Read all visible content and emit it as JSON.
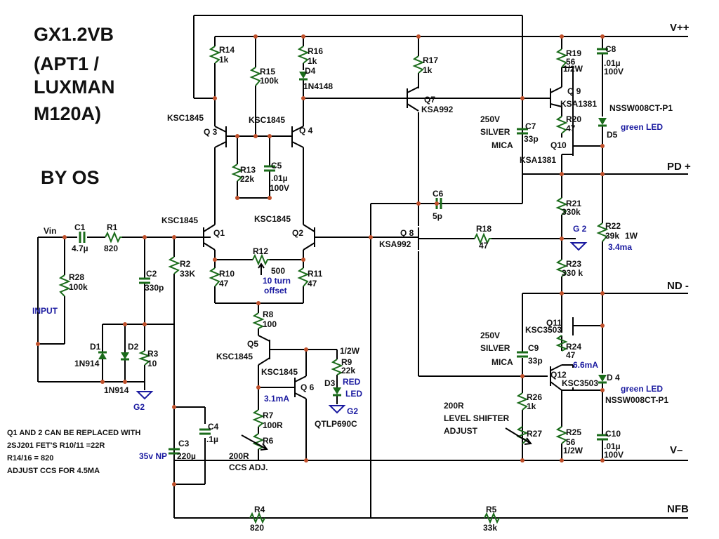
{
  "title": {
    "line1": "GX1.2VB",
    "line2": "(APT1 /",
    "line3": "LUXMAN",
    "line4": "M120A)",
    "author": "BY OS"
  },
  "rails": {
    "vpp": "V++",
    "pd": "PD +",
    "nd": "ND -",
    "vm": "V–",
    "nfb": "NFB"
  },
  "input": {
    "vin": "Vin",
    "input": "INPUT"
  },
  "notes": {
    "n1": "Q1 AND 2 CAN BE REPLACED WITH",
    "n2": "2SJ201 FET'S R10/11 =22R",
    "n3": "R14/16 = 820",
    "n4": "ADJUST CCS FOR 4.5MA"
  },
  "parts": {
    "c1": "C1",
    "c1v": "4.7µ",
    "r1": "R1",
    "r1v": "820",
    "r28": "R28",
    "r28v": "100k",
    "c2": "C2",
    "c2v": "330p",
    "r2": "R2",
    "r2v": "33K",
    "d1": "D1",
    "d1v": "1N914",
    "d2": "D2",
    "d2v": "1N914",
    "r3": "R3",
    "r3v": "10",
    "c3": "C3",
    "c3v": "220µ",
    "c3np": "35v NP",
    "c4": "C4",
    "c4v": ".1µ",
    "r4": "R4",
    "r4v": "820",
    "r5": "R5",
    "r5v": "33k",
    "r14": "R14",
    "r14v": "1k",
    "r15": "R15",
    "r15v": "100k",
    "r16": "R16",
    "r16v": "1k",
    "d4a": "D4",
    "d4av": "1N4148",
    "r17": "R17",
    "r17v": "1k",
    "q3": "Q 3",
    "q3t": "KSC1845",
    "q4": "Q 4",
    "q4t": "KSC1845",
    "q7": "Q7",
    "q7t": "KSA992",
    "r13": "R13",
    "r13v": "22k",
    "c5": "C5",
    "c5v": ".01µ",
    "c5r": "100V",
    "q1": "Q1",
    "q1t": "KSC1845",
    "q2": "Q2",
    "q2t": "KSC1845",
    "r12": "R12",
    "r12v": "500",
    "r12a": "10 turn",
    "r12b": "offset",
    "r10": "R10",
    "r10v": "47",
    "r11": "R11",
    "r11v": "47",
    "r8": "R8",
    "r8v": "100",
    "q5": "Q5",
    "q5t": "KSC1845",
    "q6": "Q 6",
    "q6t": "KSC1845",
    "q6i": "3.1mA",
    "r7": "R7",
    "r7v": "100R",
    "r6": "R6",
    "r6v": "200R",
    "r6a": "CCS ADJ.",
    "r9": "R9",
    "r9v": "22k",
    "r9w": "1/2W",
    "d3": "D3",
    "d3a": "RED",
    "d3b": "LED",
    "d3t": "QTLP690C",
    "c6": "C6",
    "c6v": "5p",
    "q8": "Q 8",
    "q8t": "KSA992",
    "r18": "R18",
    "r18v": "47",
    "c7": "C7",
    "c7v": "33p",
    "c7a": "250V",
    "c7b": "SILVER",
    "c7c": "MICA",
    "r19": "R19",
    "r19v": "56",
    "r19w": "1/2W",
    "c8": "C8",
    "c8v": ".01µ",
    "c8r": "100V",
    "q9": "Q 9",
    "q9t": "KSA1381",
    "r20": "R20",
    "r20v": "47",
    "d5": "D5",
    "d5t": "NSSW008CT-P1",
    "d5c": "green LED",
    "q10": "Q10",
    "q10t": "KSA1381",
    "r21": "R21",
    "r21v": "330k",
    "r22": "R22",
    "r22v": "39k",
    "r22w": "1W",
    "r22i": "3.4ma",
    "r23": "R23",
    "r23v": "330 k",
    "q11": "Q11",
    "q11t": "KSC3503",
    "c9": "C9",
    "c9v": "33p",
    "c9a": "250V",
    "c9b": "SILVER",
    "c9c": "MICA",
    "r24": "R24",
    "r24v": "47",
    "r24i": "6.6mA",
    "q12": "Q12",
    "q12t": "KSC3503",
    "d4b": "D 4",
    "d4bc": "green LED",
    "d4bt": "NSSW008CT-P1",
    "r26": "R26",
    "r26v": "1k",
    "r27": "R27",
    "r27a": "200R",
    "r27b": "LEVEL SHIFTER",
    "r27c": "ADJUST",
    "r25": "R25",
    "r25v": "56",
    "r25w": "1/2W",
    "c10": "C10",
    "c10v": ".01µ",
    "c10r": "100V"
  },
  "grounds": {
    "g2a": "G2",
    "g2b": "G2",
    "g2c": "G 2"
  }
}
